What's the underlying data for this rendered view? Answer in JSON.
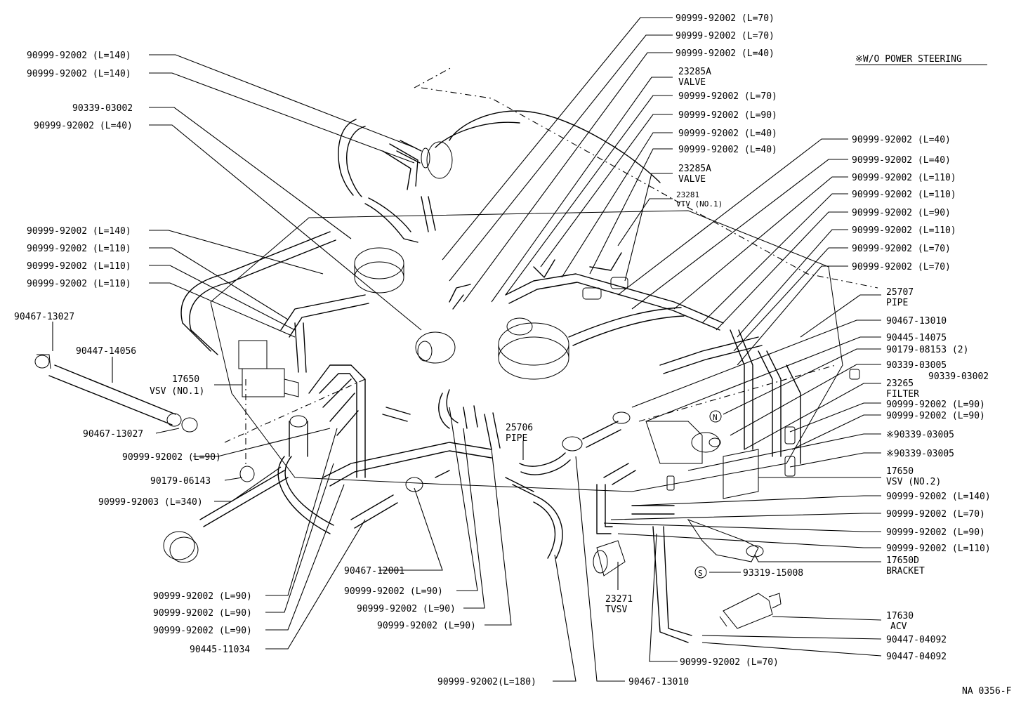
{
  "note": "※W/O POWER STEERING",
  "figure_code": "NA 0356-F",
  "labels": {
    "r1": "90999-92002 (L=70)",
    "r2": "90999-92002 (L=70)",
    "r3": "90999-92002 (L=40)",
    "r4a": "23285A",
    "r4b": "VALVE",
    "r5": "90999-92002 (L=70)",
    "r6": "90999-92002 (L=90)",
    "r7": "90999-92002 (L=40)",
    "r8": "90999-92002 (L=40)",
    "r9a": "23285A",
    "r9b": "VALVE",
    "r10a": "23281",
    "r10b": "VTV (NO.1)",
    "q1": "90999-92002 (L=40)",
    "q2": "90999-92002 (L=40)",
    "q3": "90999-92002 (L=110)",
    "q4": "90999-92002 (L=110)",
    "q5": "90999-92002 (L=90)",
    "q6": "90999-92002 (L=110)",
    "q7": "90999-92002 (L=70)",
    "q8": "90999-92002 (L=70)",
    "q9a": "25707",
    "q9b": "PIPE",
    "q10": "90467-13010",
    "q11": "90445-14075",
    "q12": "90179-08153 (2)",
    "q13": "90339-03005",
    "q14": "90339-03002",
    "q15a": "23265",
    "q15b": "FILTER",
    "q16": "90999-92002 (L=90)",
    "q17": "90999-92002 (L=90)",
    "q18": "※90339-03005",
    "q19": "※90339-03005",
    "q20a": "17650",
    "q20b": "VSV (NO.2)",
    "q21": "90999-92002 (L=140)",
    "q22": "90999-92002 (L=70)",
    "q23": "90999-92002 (L=90)",
    "q24": "90999-92002 (L=110)",
    "q25a": "17650D",
    "q25b": "BRACKET",
    "q26": "93319-15008",
    "q27a": "17630",
    "q27b": "ACV",
    "q28": "90447-04092",
    "q29": "90447-04092",
    "l1": "90999-92002 (L=140)",
    "l2": "90999-92002 (L=140)",
    "l3": "90339-03002",
    "l4": "90999-92002 (L=40)",
    "l5": "90999-92002 (L=140)",
    "l6": "90999-92002 (L=110)",
    "l7": "90999-92002 (L=110)",
    "l8": "90999-92002 (L=110)",
    "l9": "90467-13027",
    "l10": "90447-14056",
    "l11a": "17650",
    "l11b": "VSV (NO.1)",
    "l12": "90467-13027",
    "l13": "90999-92002 (L=90)",
    "l14": "90179-06143",
    "l15": "90999-92003 (L=340)",
    "b1": "90999-92002 (L=90)",
    "b2": "90999-92002 (L=90)",
    "b3": "90999-92002 (L=90)",
    "b4": "90445-11034",
    "b5": "90467-12001",
    "b6": "90999-92002 (L=90)",
    "b7": "90999-92002 (L=90)",
    "b8": "90999-92002 (L=90)",
    "b9": "90999-92002(L=180)",
    "b10": "90467-13010",
    "b11": "90999-92002 (L=70)",
    "m1a": "25706",
    "m1b": "PIPE",
    "m2a": "23271",
    "m2b": "TVSV",
    "mark_n": "N",
    "mark_s": "S"
  }
}
